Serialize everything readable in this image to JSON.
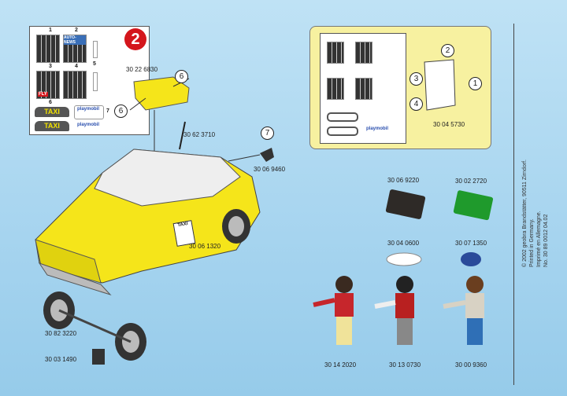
{
  "step_number": "2",
  "sticker_sheet": {
    "numbers": [
      "1",
      "2",
      "3",
      "4",
      "5",
      "6",
      "7"
    ],
    "taxi_label": "TAXI",
    "auto_news": "AUTO-NEWS",
    "fly": "FLY",
    "brand": "playmobil"
  },
  "callouts": {
    "six": "6",
    "seven": "7",
    "one": "1",
    "two": "2",
    "three": "3",
    "four": "4"
  },
  "roof_sign_label": "TAXI",
  "parts": {
    "roof_sign": "30 22 6830",
    "antenna": "30 62 3710",
    "mirror": "30 06 9460",
    "body": "30 06 1320",
    "axle_wheels": "30 82 3220",
    "hitch": "30 03 1490",
    "case_black": "30 06 9220",
    "case_green": "30 02 2720",
    "hat_white": "30 04 0600",
    "cap_blue": "30 07 1350",
    "figure_woman": "30 14 2020",
    "figure_man_red": "30 13 0730",
    "figure_man_beige": "30 00 9360",
    "sheet_part": "30 04 5730"
  },
  "copyright": [
    "© 2002 geobra Brandstätter, 90511 Zirndorf.",
    "Printed in Germany.",
    "Imprimé en Allemagne.",
    "No. 30 89 0012      04.02"
  ],
  "colors": {
    "yellow": "#f5e51a",
    "red": "#d4161c",
    "green": "#1f9a2c"
  }
}
